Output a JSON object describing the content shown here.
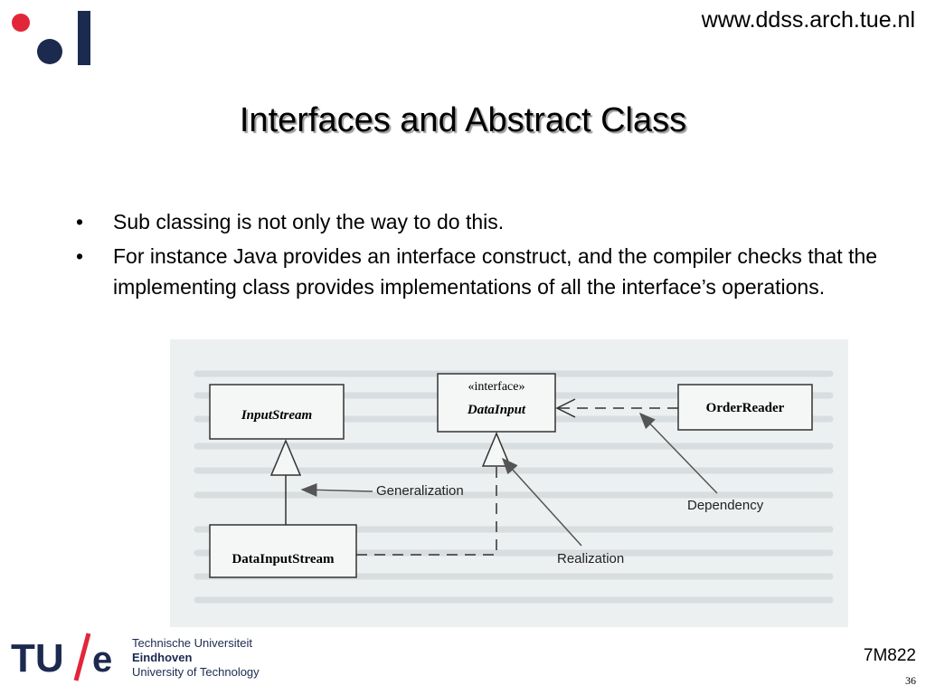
{
  "header": {
    "url": "www.ddss.arch.tue.nl"
  },
  "slide": {
    "title": "Interfaces and Abstract Class",
    "bullets": [
      "Sub classing is not only the way to do this.",
      "For instance Java provides an interface construct, and the compiler checks that the implementing class provides implementations of all the interface’s operations."
    ],
    "bullet_char": "•"
  },
  "diagram": {
    "classes": {
      "input_stream": "InputStream",
      "data_input_stereotype": "«interface»",
      "data_input": "DataInput",
      "order_reader": "OrderReader",
      "data_input_stream": "DataInputStream"
    },
    "labels": {
      "generalization": "Generalization",
      "dependency": "Dependency",
      "realization": "Realization"
    }
  },
  "footer": {
    "university_line1": "Technische Universiteit",
    "university_line2": "Eindhoven",
    "university_line3": "University of Technology",
    "course_code": "7M822",
    "page_number": "36",
    "logo_text": "TU/e"
  },
  "colors": {
    "logo_red": "#e2263a",
    "logo_navy": "#1c2a4f",
    "diagram_bg": "#edf0f1"
  }
}
